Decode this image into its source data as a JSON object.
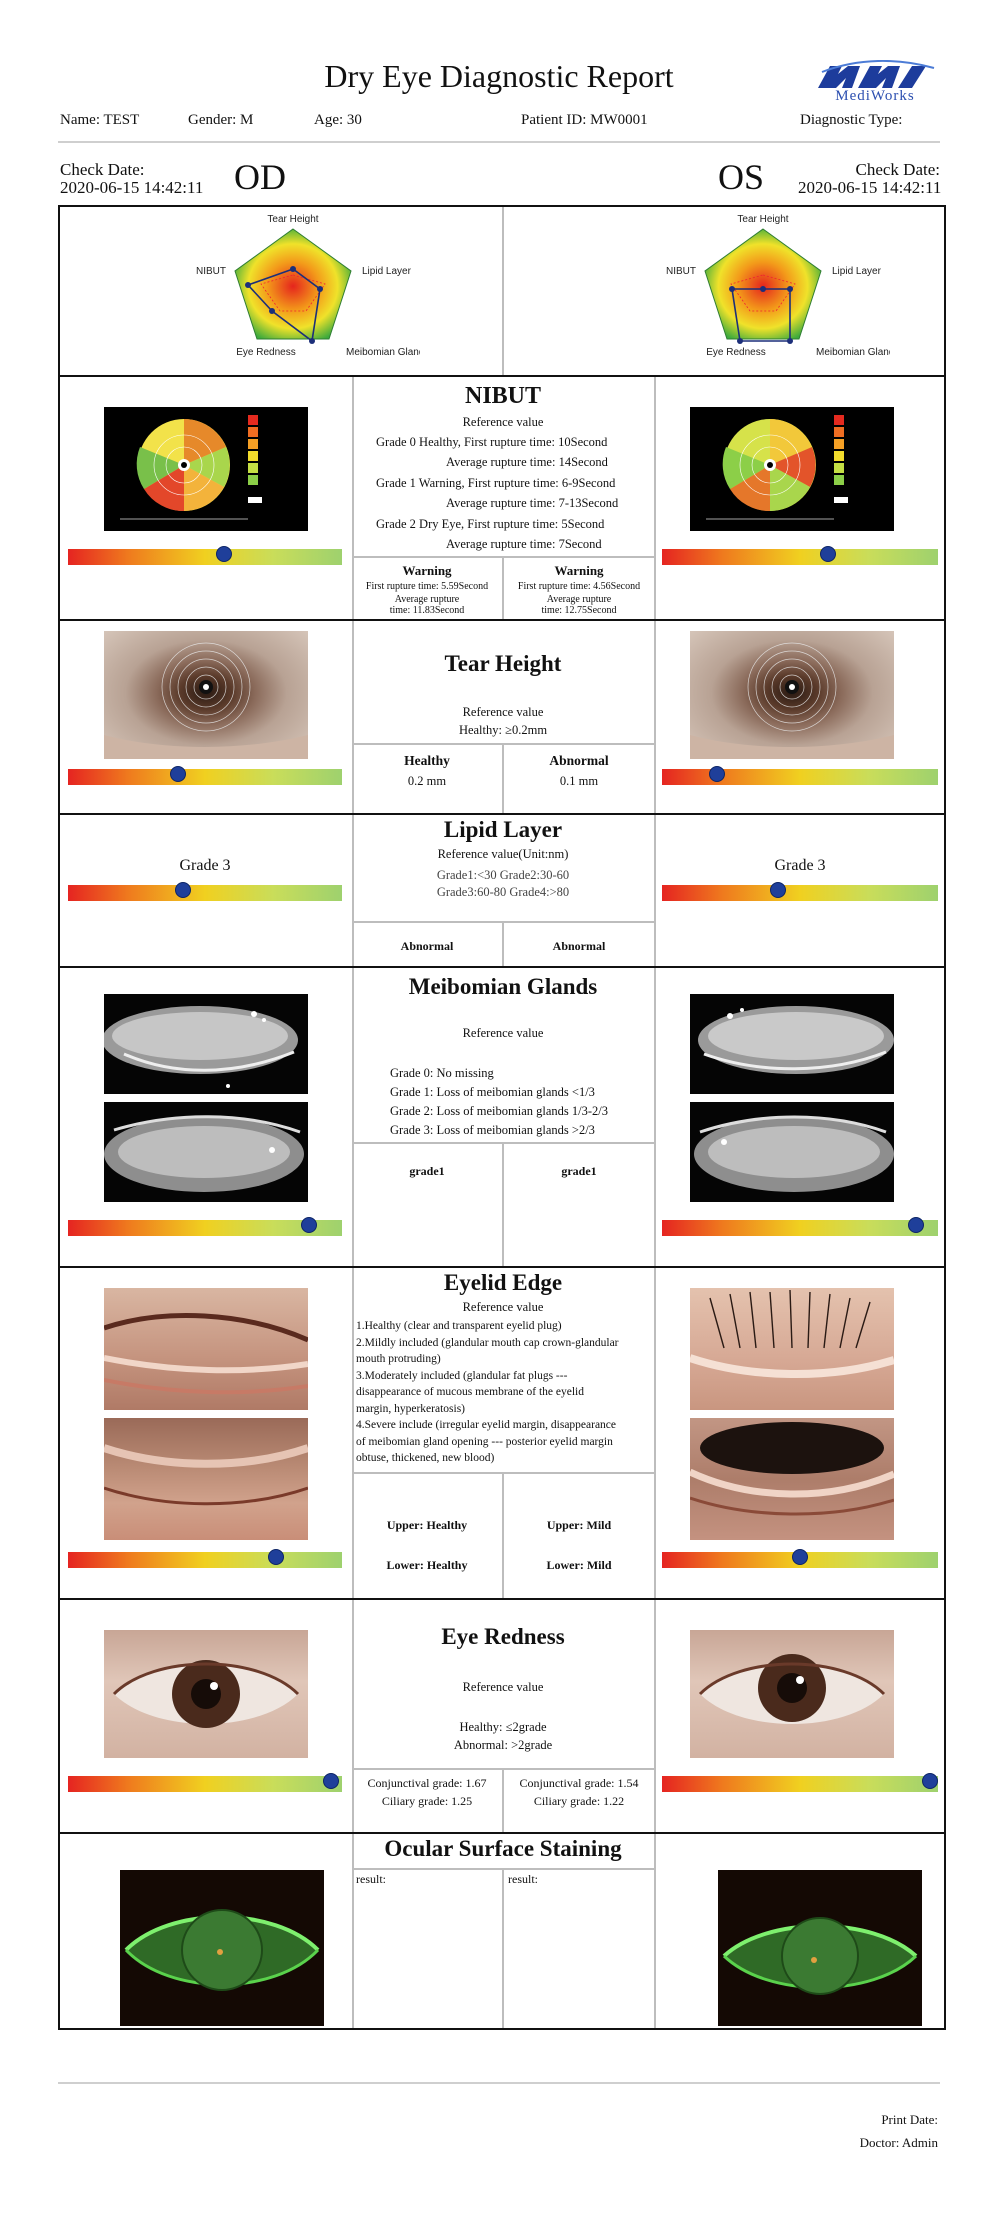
{
  "header": {
    "title": "Dry Eye Diagnostic Report",
    "logo_text": "MediWorks",
    "name": "Name: TEST",
    "gender": "Gender: M",
    "age": "Age: 30",
    "patient_id": "Patient ID: MW0001",
    "diagnostic_type": "Diagnostic Type:"
  },
  "od": {
    "check_label": "Check Date:",
    "check_date": "2020-06-15 14:42:11",
    "code": "OD"
  },
  "os": {
    "check_label": "Check Date:",
    "check_date": "2020-06-15 14:42:11",
    "code": "OS"
  },
  "radar": {
    "labels": [
      "Tear Height",
      "Lipid Layer",
      "Meibomian Glands",
      "Eye Redness",
      "NIBUT"
    ]
  },
  "nibut": {
    "title": "NIBUT",
    "ref": "Reference value",
    "lines": [
      "Grade 0 Healthy, First rupture time:  10Second",
      "Average rupture time: 14Second",
      "Grade 1 Warning, First rupture time:  6-9Second",
      "Average rupture time: 7-13Second",
      "Grade 2 Dry Eye, First rupture time:  5Second",
      "Average rupture time: 7Second"
    ],
    "od": {
      "status": "Warning",
      "first": "First rupture time: 5.59Second",
      "avg1": "Average rupture",
      "avg2": "time: 11.83Second",
      "gauge": 0.57
    },
    "os": {
      "status": "Warning",
      "first": "First rupture time: 4.56Second",
      "avg1": "Average rupture",
      "avg2": "time: 12.75Second",
      "gauge": 0.6
    }
  },
  "tear": {
    "title": "Tear Height",
    "ref": "Reference value",
    "healthy": "Healthy:  ≥0.2mm",
    "od": {
      "label": "Healthy",
      "value": "0.2 mm",
      "gauge": 0.4
    },
    "os": {
      "label": "Abnormal",
      "value": "0.1 mm",
      "gauge": 0.2
    }
  },
  "lipid": {
    "title": "Lipid Layer",
    "ref": "Reference value(Unit:nm)",
    "line1": "Grade1:<30 Grade2:30-60",
    "line2": "Grade3:60-80 Grade4:>80",
    "od": {
      "grade": "Grade 3",
      "result": "Abnormal",
      "gauge": 0.42
    },
    "os": {
      "grade": "Grade 3",
      "result": "Abnormal",
      "gauge": 0.42
    }
  },
  "meibo": {
    "title": "Meibomian Glands",
    "ref": "Reference value",
    "lines": [
      "Grade 0: No missing",
      "Grade 1: Loss of meibomian glands <1/3",
      "Grade 2: Loss of meibomian glands 1/3-2/3",
      "Grade 3: Loss of meibomian glands >2/3"
    ],
    "od": {
      "result": "grade1",
      "gauge": 0.88
    },
    "os": {
      "result": "grade1",
      "gauge": 0.92
    }
  },
  "eyelid": {
    "title": "Eyelid Edge",
    "ref": "Reference value",
    "text": [
      "1.Healthy (clear and transparent eyelid plug)",
      "2.Mildly included (glandular mouth cap crown-glandular",
      "mouth protruding)",
      "3.Moderately included (glandular fat plugs ---",
      "disappearance of mucous membrane of the eyelid",
      "margin, hyperkeratosis)",
      "4.Severe include (irregular eyelid margin, disappearance",
      "of meibomian gland opening --- posterior eyelid margin",
      "obtuse, thickened, new blood)"
    ],
    "od": {
      "upper": "Upper: Healthy",
      "lower": "Lower: Healthy",
      "gauge": 0.76
    },
    "os": {
      "upper": "Upper: Mild",
      "lower": "Lower: Mild",
      "gauge": 0.5
    }
  },
  "redness": {
    "title": "Eye Redness",
    "ref": "Reference value",
    "healthy": "Healthy:  ≤2grade",
    "abnormal": "Abnormal:  >2grade",
    "od": {
      "conj": "Conjunctival grade: 1.67",
      "cil": "Ciliary grade: 1.25",
      "gauge": 0.96
    },
    "os": {
      "conj": "Conjunctival grade: 1.54",
      "cil": "Ciliary grade: 1.22",
      "gauge": 0.97
    }
  },
  "staining": {
    "title": "Ocular Surface Staining",
    "od_result": "result:",
    "os_result": "result:"
  },
  "footer": {
    "print_date": "Print Date:",
    "doctor": "Doctor: Admin"
  },
  "colors": {
    "knob": "#1f3f9a",
    "gauge_start": "#e52421",
    "gauge_end": "#9ed16e"
  }
}
